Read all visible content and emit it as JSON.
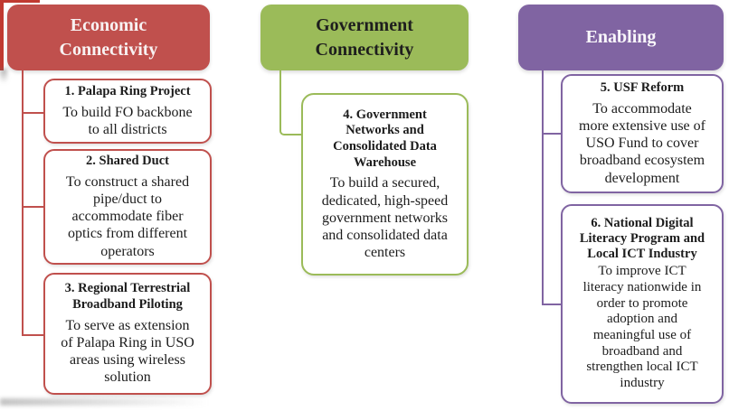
{
  "diagram": {
    "accent_shape_color": "#c03a31",
    "columns": [
      {
        "id": "economic-connectivity",
        "header": "Economic\nConnectivity",
        "color": "#c0504d",
        "header_text_color": "#f8f2f2",
        "boxes": [
          {
            "title": "1. Palapa Ring Project",
            "body": "To build FO backbone\nto all districts"
          },
          {
            "title": "2. Shared Duct",
            "body": "To construct a shared\npipe/duct to\naccommodate fiber\noptics from different\noperators"
          },
          {
            "title": "3. Regional Terrestrial\nBroadband Piloting",
            "body": "To serve as extension\nof Palapa Ring in USO\nareas using wireless\nsolution"
          }
        ]
      },
      {
        "id": "government-connectivity",
        "header": "Government\nConnectivity",
        "color": "#9bbb59",
        "header_text_color": "#1e1e1e",
        "boxes": [
          {
            "title": "4. Government\nNetworks and\nConsolidated Data\nWarehouse",
            "body": "To build a secured,\ndedicated, high-speed\ngovernment networks\nand consolidated data\ncenters"
          }
        ]
      },
      {
        "id": "enabling",
        "header": "Enabling",
        "color": "#8064a2",
        "header_text_color": "#f8f6fa",
        "boxes": [
          {
            "title": "5. USF Reform",
            "body": "To accommodate\nmore extensive use of\nUSO Fund to cover\nbroadband ecosystem\ndevelopment"
          },
          {
            "title": "6. National Digital\nLiteracy Program and\nLocal ICT Industry",
            "body": "To improve ICT\nliteracy nationwide in\norder to promote\nadoption and\nmeaningful use of\nbroadband and\nstrengthen local ICT\nindustry"
          }
        ]
      }
    ]
  }
}
